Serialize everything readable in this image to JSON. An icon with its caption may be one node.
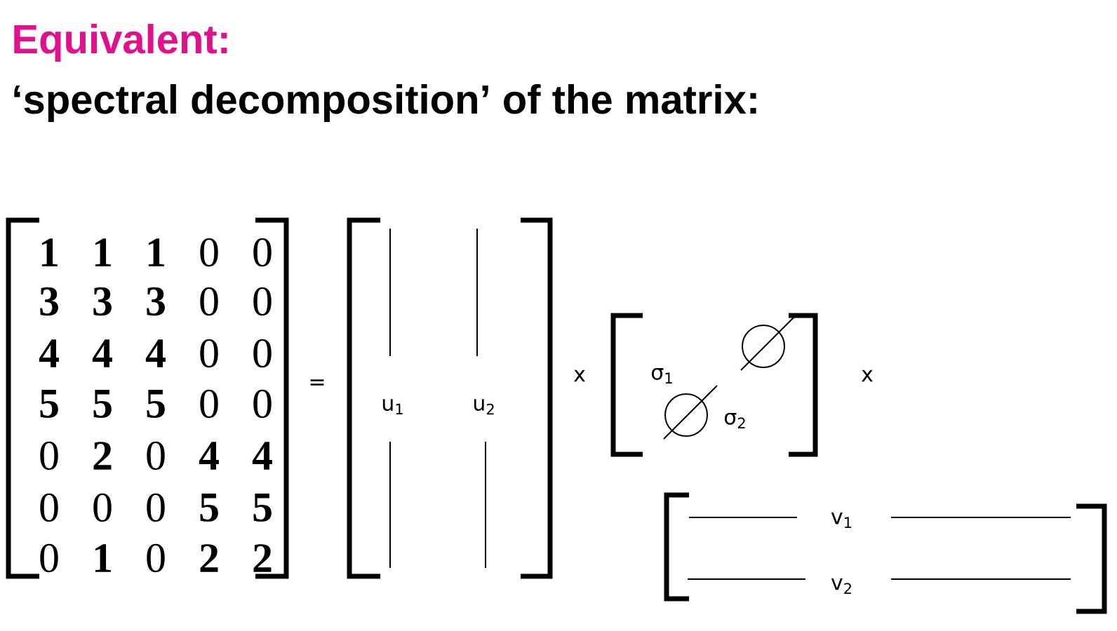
{
  "diagram": {
    "title": "Equivalent:",
    "labels": [
      "‘spectral decomposition’ of the matrix:",
      "**1**",
      "**1**",
      "**1**",
      "0",
      "0",
      "**3**",
      "**3**",
      "**3**",
      "0",
      "0",
      "**4**",
      "**4**",
      "**4**",
      "0",
      "0",
      "**5**",
      "**5**",
      "**5**",
      "0",
      "0",
      "0",
      "**2**",
      "0",
      "**4**",
      "**4**",
      "0",
      "0",
      "0",
      "**5**",
      "**5**",
      "0",
      "**1**",
      "0",
      "**2**",
      "**2**",
      "=",
      "u$_{1}$",
      "u$_{2}$",
      "x",
      "σ$_{1}$",
      "σ$_{2}$",
      "x",
      "v$_{1}$",
      "v$_{2}$"
    ]
  }
}
